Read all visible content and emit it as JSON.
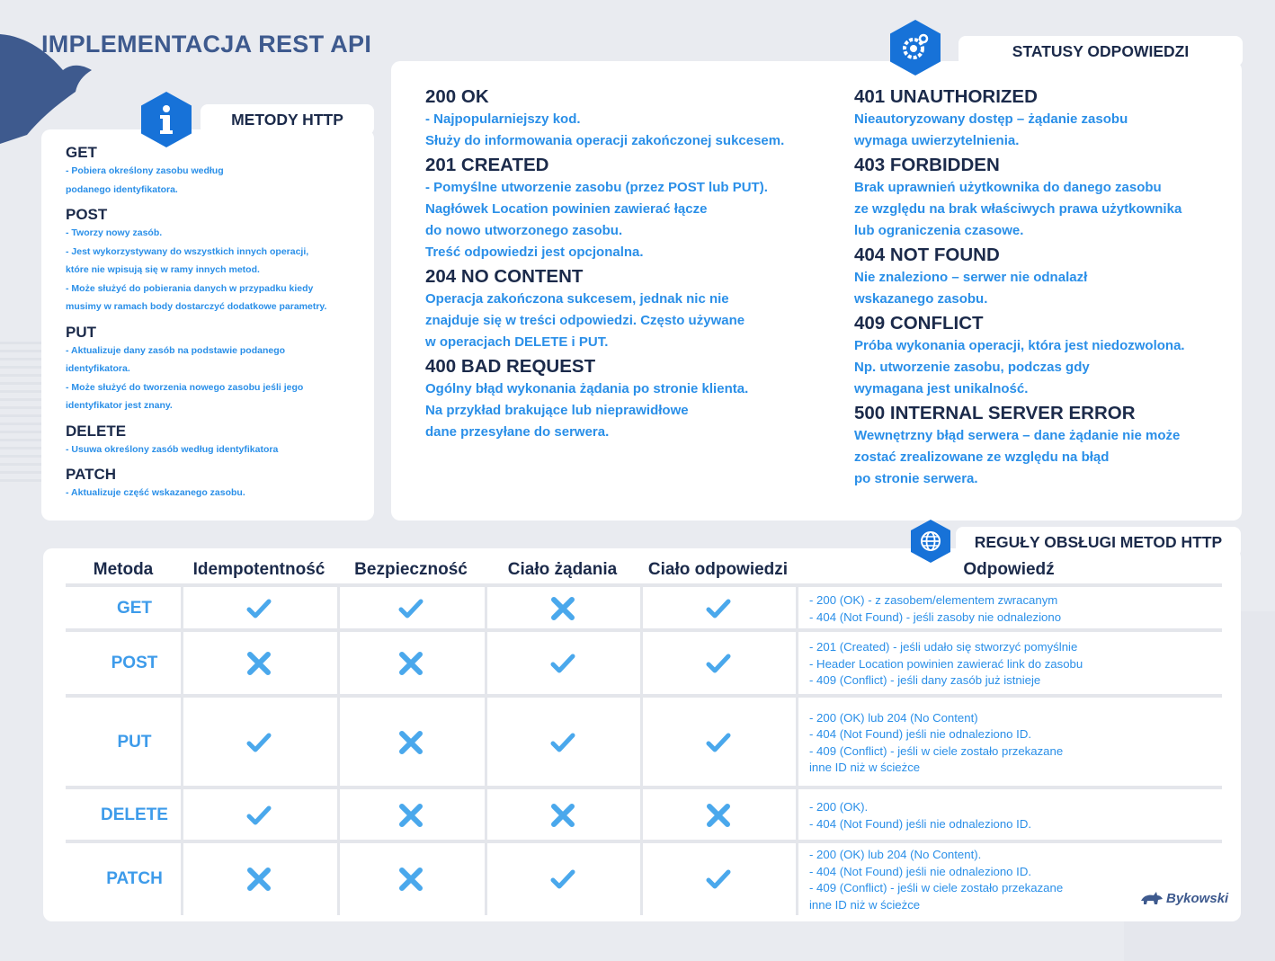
{
  "title": "IMPLEMENTACJA REST API",
  "colors": {
    "navy": "#1b2a4a",
    "blue": "#2a8fe8",
    "icon_blue": "#1772d8",
    "title": "#3e5a8e"
  },
  "methods": {
    "heading": "METODY HTTP",
    "icon": "info-icon",
    "items": [
      {
        "name": "GET",
        "lines": [
          "- Pobiera określony zasobu według",
          "podanego identyfikatora."
        ]
      },
      {
        "name": "POST",
        "lines": [
          "- Tworzy nowy zasób.",
          "- Jest wykorzystywany do wszystkich innych operacji,",
          "które nie wpisują się w ramy innych metod.",
          "- Może służyć do pobierania danych w przypadku kiedy",
          "musimy w ramach body dostarczyć dodatkowe parametry."
        ]
      },
      {
        "name": "PUT",
        "lines": [
          "- Aktualizuje dany zasób na podstawie podanego",
          "identyfikatora.",
          "- Może służyć do tworzenia nowego zasobu jeśli jego",
          "identyfikator jest znany."
        ]
      },
      {
        "name": "DELETE",
        "lines": [
          "- Usuwa określony zasób według identyfikatora"
        ]
      },
      {
        "name": "PATCH",
        "lines": [
          "- Aktualizuje część wskazanego zasobu."
        ]
      }
    ]
  },
  "statuses": {
    "heading": "STATUSY ODPOWIEDZI",
    "icon": "gear-icon",
    "left": [
      {
        "code": "200 OK",
        "lines": [
          "- Najpopularniejszy kod.",
          "Służy do informowania operacji zakończonej sukcesem."
        ]
      },
      {
        "code": "201 CREATED",
        "lines": [
          "- Pomyślne utworzenie zasobu (przez POST lub PUT).",
          "Nagłówek Location powinien zawierać łącze",
          "do nowo utworzonego zasobu.",
          "Treść odpowiedzi jest opcjonalna."
        ]
      },
      {
        "code": "204 NO CONTENT",
        "lines": [
          "Operacja zakończona sukcesem, jednak nic nie",
          "znajduje się w treści odpowiedzi. Często używane",
          "w operacjach DELETE i PUT."
        ]
      },
      {
        "code": "400 BAD REQUEST",
        "lines": [
          "Ogólny błąd wykonania żądania po stronie klienta.",
          "Na przykład brakujące lub nieprawidłowe",
          "dane przesyłane do serwera."
        ]
      }
    ],
    "right": [
      {
        "code": "401 UNAUTHORIZED",
        "lines": [
          "Nieautoryzowany dostęp – żądanie zasobu",
          "wymaga uwierzytelnienia."
        ]
      },
      {
        "code": "403 FORBIDDEN",
        "lines": [
          "Brak uprawnień użytkownika do danego zasobu",
          "ze względu na brak właściwych prawa użytkownika",
          "lub ograniczenia czasowe."
        ]
      },
      {
        "code": "404 NOT FOUND",
        "lines": [
          "Nie znaleziono – serwer nie odnalazł",
          "wskazanego zasobu."
        ]
      },
      {
        "code": "409 CONFLICT",
        "lines": [
          "Próba wykonania operacji, która jest niedozwolona.",
          "Np. utworzenie zasobu, podczas gdy",
          "wymagana jest unikalność."
        ]
      },
      {
        "code": "500 INTERNAL SERVER ERROR",
        "lines": [
          "Wewnętrzny błąd serwera – dane żądanie nie może",
          "zostać zrealizowane ze względu na błąd",
          "po stronie serwera."
        ]
      }
    ]
  },
  "rules": {
    "heading": "REGUŁY OBSŁUGI METOD HTTP",
    "icon": "globe-icon",
    "columns": [
      "Metoda",
      "Idempotentność",
      "Bezpieczność",
      "Ciało żądania",
      "Ciało odpowiedzi",
      "Odpowiedź"
    ],
    "rows": [
      {
        "method": "GET",
        "flags": [
          true,
          true,
          false,
          true
        ],
        "response": [
          "- 200 (OK) - z zasobem/elementem zwracanym",
          "- 404 (Not Found) - jeśli zasoby nie odnaleziono"
        ]
      },
      {
        "method": "POST",
        "flags": [
          false,
          false,
          true,
          true
        ],
        "response": [
          "- 201 (Created) - jeśli udało się stworzyć pomyślnie",
          "- Header Location powinien zawierać link do zasobu",
          "- 409 (Conflict) - jeśli dany zasób już istnieje"
        ]
      },
      {
        "method": "PUT",
        "flags": [
          true,
          false,
          true,
          true
        ],
        "response": [
          "- 200 (OK) lub 204 (No Content)",
          "- 404 (Not Found) jeśli nie odnaleziono ID.",
          "- 409 (Conflict) - jeśli w ciele zostało przekazane",
          "inne ID niż w ścieżce"
        ]
      },
      {
        "method": "DELETE",
        "flags": [
          true,
          false,
          false,
          false
        ],
        "response": [
          "- 200 (OK).",
          "- 404 (Not Found) jeśli nie odnaleziono ID."
        ]
      },
      {
        "method": "PATCH",
        "flags": [
          false,
          false,
          true,
          true
        ],
        "response": [
          "- 200 (OK) lub 204 (No Content).",
          "- 404 (Not Found) jeśli nie odnaleziono ID.",
          "- 409 (Conflict) - jeśli w ciele zostało przekazane",
          "inne ID niż w ścieżce"
        ]
      }
    ]
  },
  "brand": "Bykowski"
}
